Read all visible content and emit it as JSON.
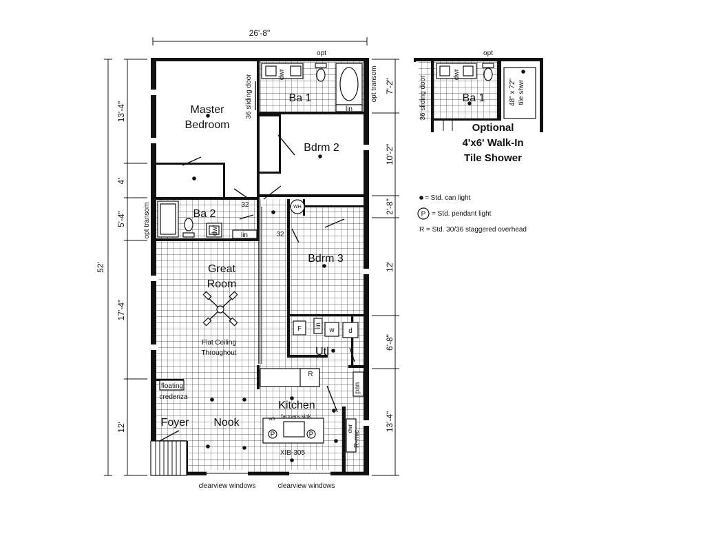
{
  "overall": {
    "width_dim": "26'-8\"",
    "length_dim": "52'"
  },
  "left_dims": [
    "13'-4\"",
    "4'",
    "5'-4\"",
    "17'-4\"",
    "12'"
  ],
  "right_dims": [
    "7'-2\"",
    "10'-2\"",
    "2'-8\"",
    "12'",
    "6'-8\"",
    "13'-4\""
  ],
  "rooms": {
    "master": "Master",
    "master2": "Bedroom",
    "ba1": "Ba 1",
    "bdrm2": "Bdrm 2",
    "ba2": "Ba 2",
    "bdrm3": "Bdrm 3",
    "great": "Great",
    "great2": "Room",
    "utl": "Utl",
    "kitchen": "Kitchen",
    "foyer": "Foyer",
    "nook": "Nook"
  },
  "labels": {
    "opt_top": "opt",
    "sliding_door": "36 sliding door",
    "opt_transom_right": "opt transom",
    "opt_transom_left": "opt transom",
    "dwr1": "dwr",
    "dwr2": "dwr",
    "lin1": "lin",
    "lin2": "lin",
    "lin3": "lin",
    "num32a": "32",
    "num32b": "32",
    "wh": "WH",
    "flat1": "Flat Ceiling",
    "flat2": "Throughout",
    "floating": "floating",
    "credenza": "credenza",
    "F": "F",
    "w": "w",
    "d": "d",
    "R": "R",
    "pan": "pan",
    "wb": "wb",
    "farmers_sink": "farmers sink",
    "dwr_k": "dwr",
    "rmic": "R-mic",
    "model": "XIB-305",
    "clearview1": "clearview windows",
    "clearview2": "clearview windows",
    "P1": "P",
    "P2": "P"
  },
  "inset": {
    "opt": "opt",
    "sliding_door": "36 sliding door",
    "dwr": "dwr",
    "ba1": "Ba 1",
    "shower": "48\" x 72\"",
    "shower2": "tile shwr",
    "title1": "Optional",
    "title2": "4'x6' Walk-In",
    "title3": "Tile Shower"
  },
  "legend": {
    "can": "= Std. can light",
    "pendant_symbol": "P",
    "pendant": "= Std. pendant light",
    "overhead": "R = Std. 30/36 staggered overhead"
  }
}
